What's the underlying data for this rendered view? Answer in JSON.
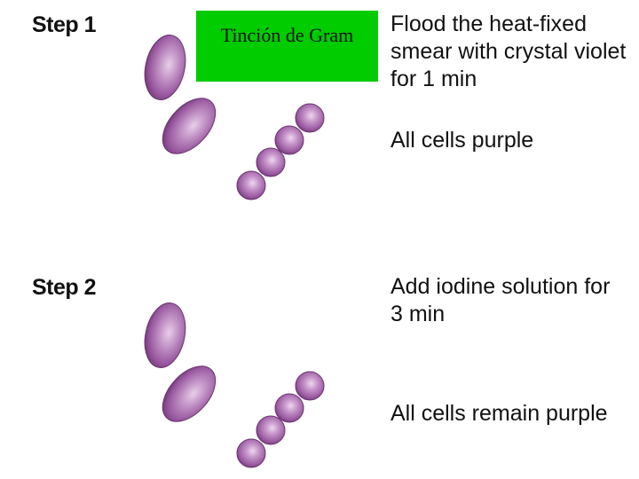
{
  "title_box": {
    "text": "Tinción de Gram",
    "color": "#00cc00"
  },
  "steps": [
    {
      "label": "Step 1",
      "instruction": "Flood the heat-fixed smear with crystal violet for 1 min",
      "result": "All cells purple"
    },
    {
      "label": "Step 2",
      "instruction": "Add iodine solution for 3 min",
      "result": "All cells remain purple"
    }
  ],
  "cell_color": "#8e4f95"
}
